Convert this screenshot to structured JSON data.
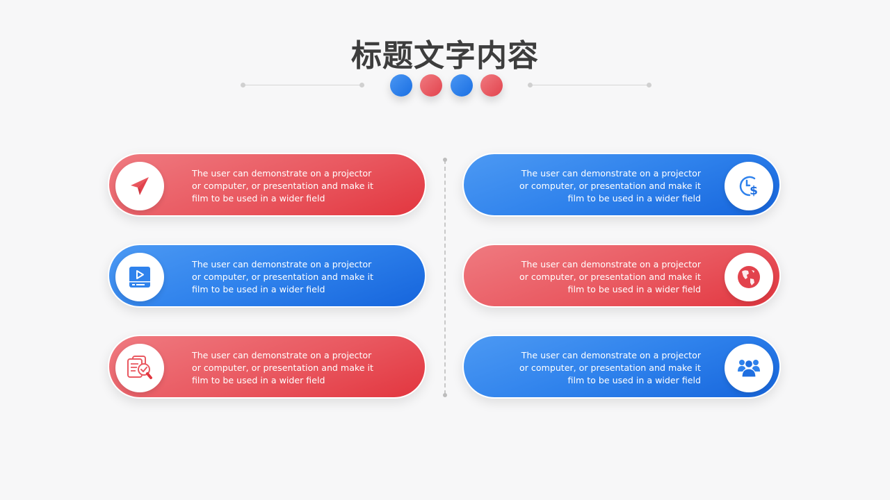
{
  "header": {
    "title": "标题文字内容",
    "dots": [
      "blue",
      "red",
      "blue",
      "red"
    ]
  },
  "colors": {
    "red": "#e95860",
    "blue": "#2f82ec",
    "background": "#f7f7f8",
    "title": "#3d3d3d"
  },
  "items": [
    {
      "side": "left",
      "color": "red",
      "icon": "paper-plane-icon",
      "lines": [
        "The user can demonstrate on a projector",
        "or computer, or presentation and make it",
        "film to be used in a wider field"
      ]
    },
    {
      "side": "left",
      "color": "blue",
      "icon": "video-player-icon",
      "lines": [
        "The user can demonstrate on a projector",
        "or computer, or presentation and make it",
        "film to be used in a wider field"
      ]
    },
    {
      "side": "left",
      "color": "red",
      "icon": "document-search-check-icon",
      "lines": [
        "The user can demonstrate on a projector",
        "or computer, or presentation and make it",
        "film to be used in a wider field"
      ]
    },
    {
      "side": "right",
      "color": "blue",
      "icon": "time-money-icon",
      "lines": [
        "The user can demonstrate on a projector",
        "or computer, or presentation and make it",
        "film to be used in a wider field"
      ]
    },
    {
      "side": "right",
      "color": "red",
      "icon": "globe-icon",
      "lines": [
        "The user can demonstrate on a projector",
        "or computer, or presentation and make it",
        "film to be used in a wider field"
      ]
    },
    {
      "side": "right",
      "color": "blue",
      "icon": "team-group-icon",
      "lines": [
        "The user can demonstrate on a projector",
        "or computer, or presentation and make it",
        "film to be used in a wider field"
      ]
    }
  ]
}
